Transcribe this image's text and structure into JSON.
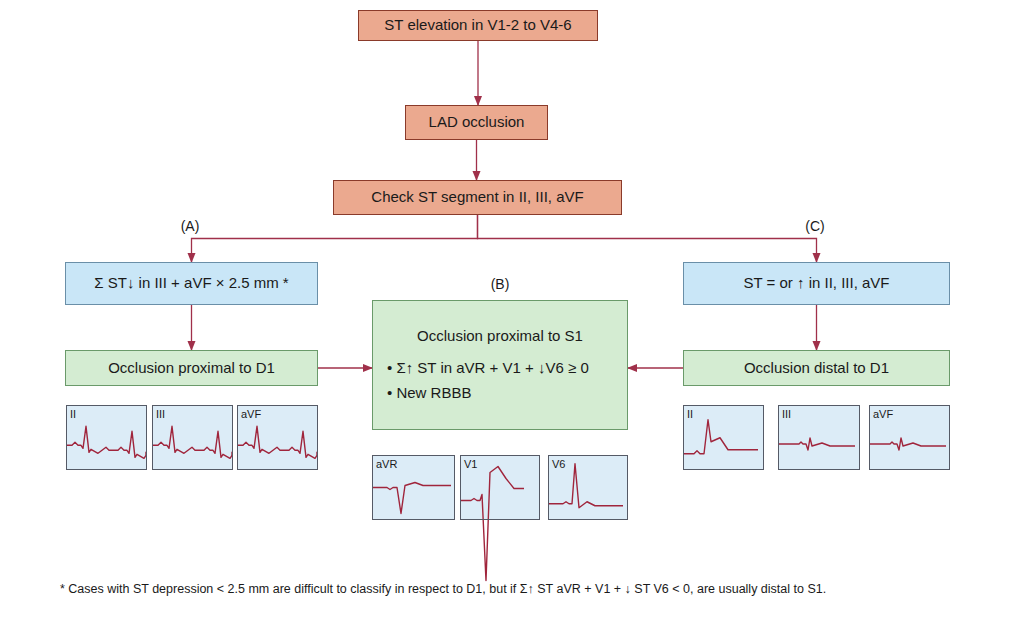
{
  "diagram": {
    "nodes": [
      {
        "text": [
          "ST elevation in V1-2 to V4-6"
        ]
      },
      {
        "text": [
          "LAD occlusion"
        ]
      },
      {
        "text": [
          "Check ST segment in II, III, aVF"
        ]
      },
      {
        "text": [
          "Σ ST↓ in III + aVF × 2.5 mm *"
        ]
      },
      {
        "text": [
          "Occlusion proximal to D1"
        ]
      },
      {
        "text": [
          "Occlusion proximal to S1",
          "• Σ↑ ST in aVR + V1 + ↓V6 ≥ 0",
          "• New RBBB"
        ]
      },
      {
        "text": [
          "ST = or ↑ in II, III, aVF"
        ]
      },
      {
        "text": [
          "Occlusion distal to D1"
        ]
      },
      {
        "text": [
          "II"
        ]
      },
      {
        "text": [
          "III"
        ]
      },
      {
        "text": [
          "aVF"
        ]
      },
      {
        "text": [
          "aVR"
        ]
      },
      {
        "text": [
          "V1"
        ]
      },
      {
        "text": [
          "V6"
        ]
      },
      {
        "text": [
          "II"
        ]
      },
      {
        "text": [
          "III"
        ]
      },
      {
        "text": [
          "aVF"
        ]
      }
    ],
    "edges": [
      {
        "from": 0,
        "to": 1,
        "arrow": "to"
      },
      {
        "from": 1,
        "to": 2,
        "arrow": "to"
      },
      {
        "from": 2,
        "to": 3,
        "arrow": "to"
      },
      {
        "from": 2,
        "to": 6,
        "arrow": "to"
      },
      {
        "from": 3,
        "to": 4,
        "arrow": "to"
      },
      {
        "from": 4,
        "to": 5,
        "arrow": "to"
      },
      {
        "from": 6,
        "to": 7,
        "arrow": "to"
      },
      {
        "from": 7,
        "to": 5,
        "arrow": "to"
      }
    ],
    "labels": [
      "(A)",
      "(B)",
      "(C)",
      "* Cases with ST depression < 2.5 mm are difficult to classify in respect to D1, but if Σ↑ ST aVR + V1 + ↓ ST V6 < 0, are usually distal to S1."
    ]
  }
}
